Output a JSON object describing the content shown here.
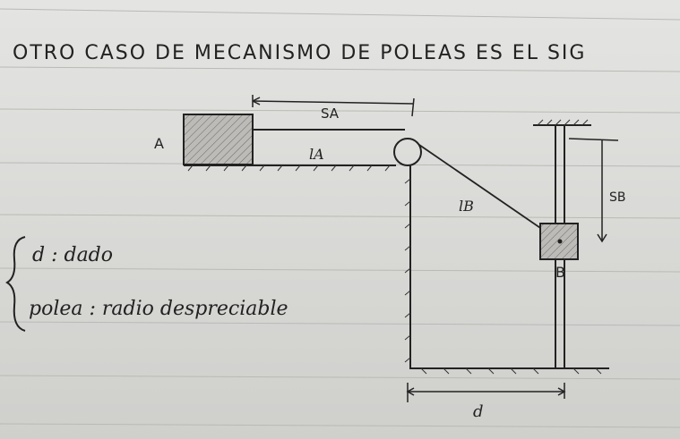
{
  "title": "OTRO CASO DE MECANISMO DE POLEAS ES EL SIG",
  "labels": {
    "block_a": "A",
    "block_b": "B",
    "s_a": "SA",
    "l_a": "lA",
    "l_b": "lB",
    "s_b": "SB",
    "d": "d"
  },
  "notes": {
    "line1": "d : dado",
    "line2": "polea : radio despreciable"
  },
  "colors": {
    "paper": "#d4d4d2",
    "ink": "#222222",
    "block_fill": "#b8b6b2"
  }
}
